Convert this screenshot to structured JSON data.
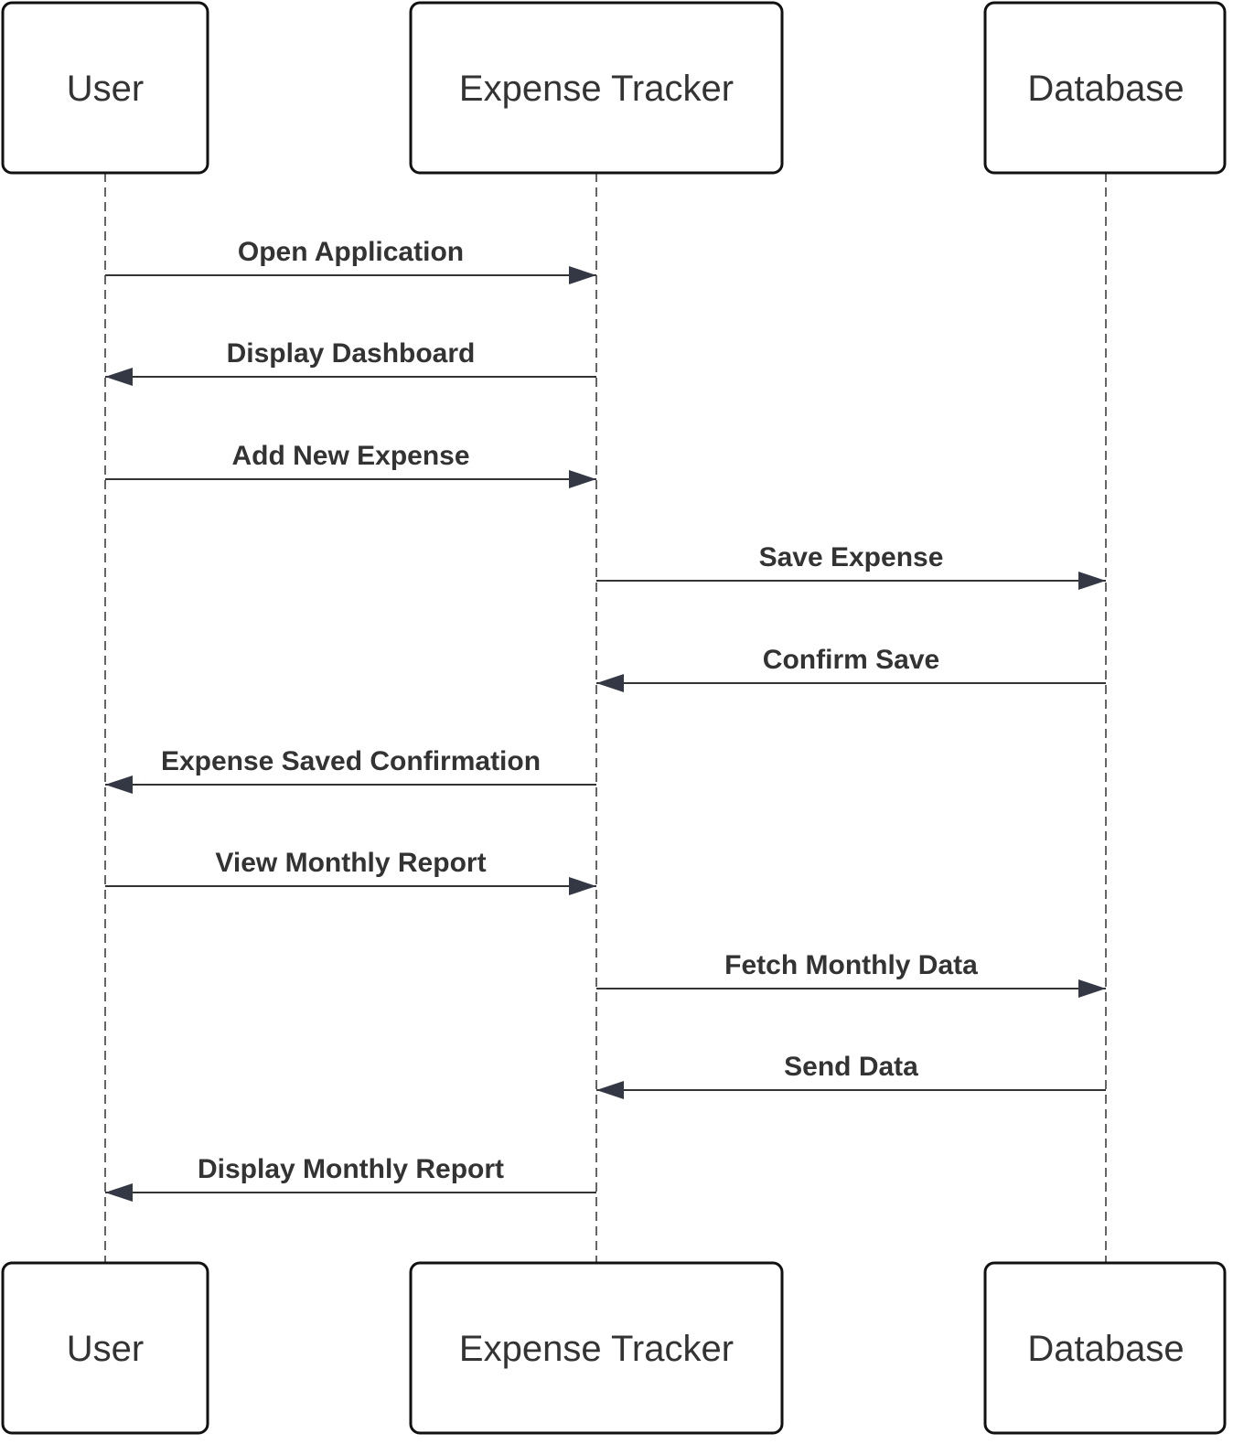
{
  "diagram": {
    "type": "sequence",
    "colors": {
      "line": "#333333",
      "arrowhead": "#333844",
      "box_border": "#111111",
      "text": "#333333",
      "background": "#ffffff"
    },
    "participants": [
      {
        "id": "user",
        "label": "User"
      },
      {
        "id": "tracker",
        "label": "Expense Tracker"
      },
      {
        "id": "db",
        "label": "Database"
      }
    ],
    "messages": [
      {
        "from": "user",
        "to": "tracker",
        "label": "Open Application"
      },
      {
        "from": "tracker",
        "to": "user",
        "label": "Display Dashboard"
      },
      {
        "from": "user",
        "to": "tracker",
        "label": "Add New Expense"
      },
      {
        "from": "tracker",
        "to": "db",
        "label": "Save Expense"
      },
      {
        "from": "db",
        "to": "tracker",
        "label": "Confirm Save"
      },
      {
        "from": "tracker",
        "to": "user",
        "label": "Expense Saved Confirmation"
      },
      {
        "from": "user",
        "to": "tracker",
        "label": "View Monthly Report"
      },
      {
        "from": "tracker",
        "to": "db",
        "label": "Fetch Monthly Data"
      },
      {
        "from": "db",
        "to": "tracker",
        "label": "Send Data"
      },
      {
        "from": "tracker",
        "to": "user",
        "label": "Display Monthly Report"
      }
    ]
  }
}
